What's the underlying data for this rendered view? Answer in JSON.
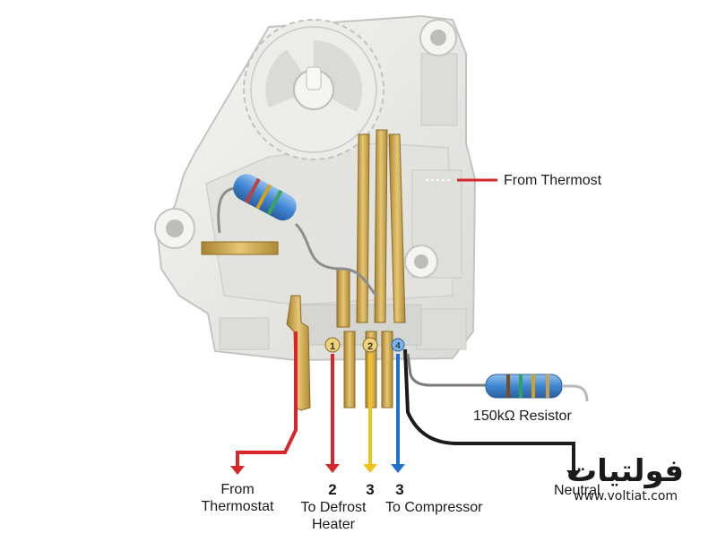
{
  "labels": {
    "from_thermost": "From Thermost",
    "resistor": "150kΩ Resistor",
    "from_thermostat_line1": "From",
    "from_thermostat_line2": "Thermostat",
    "defrost_number": "2",
    "defrost_line1": "To Defrost",
    "defrost_line2": "Heater",
    "compressor_number_1": "3",
    "compressor_number_2": "3",
    "compressor_label": "To Compressor",
    "neutral": "Neutral"
  },
  "terminal_markers": [
    "1",
    "2",
    "4"
  ],
  "watermark": {
    "arabic": "فولتيات",
    "url": "www.voltiat.com"
  },
  "colors": {
    "wire_red": "#d8262b",
    "wire_yellow": "#f2c21b",
    "wire_blue": "#1f6fd1",
    "wire_black": "#1b1b1b",
    "housing": "#e9e9e7",
    "brass": "#c9a24a",
    "resistor_body": "#4b8fd8"
  }
}
